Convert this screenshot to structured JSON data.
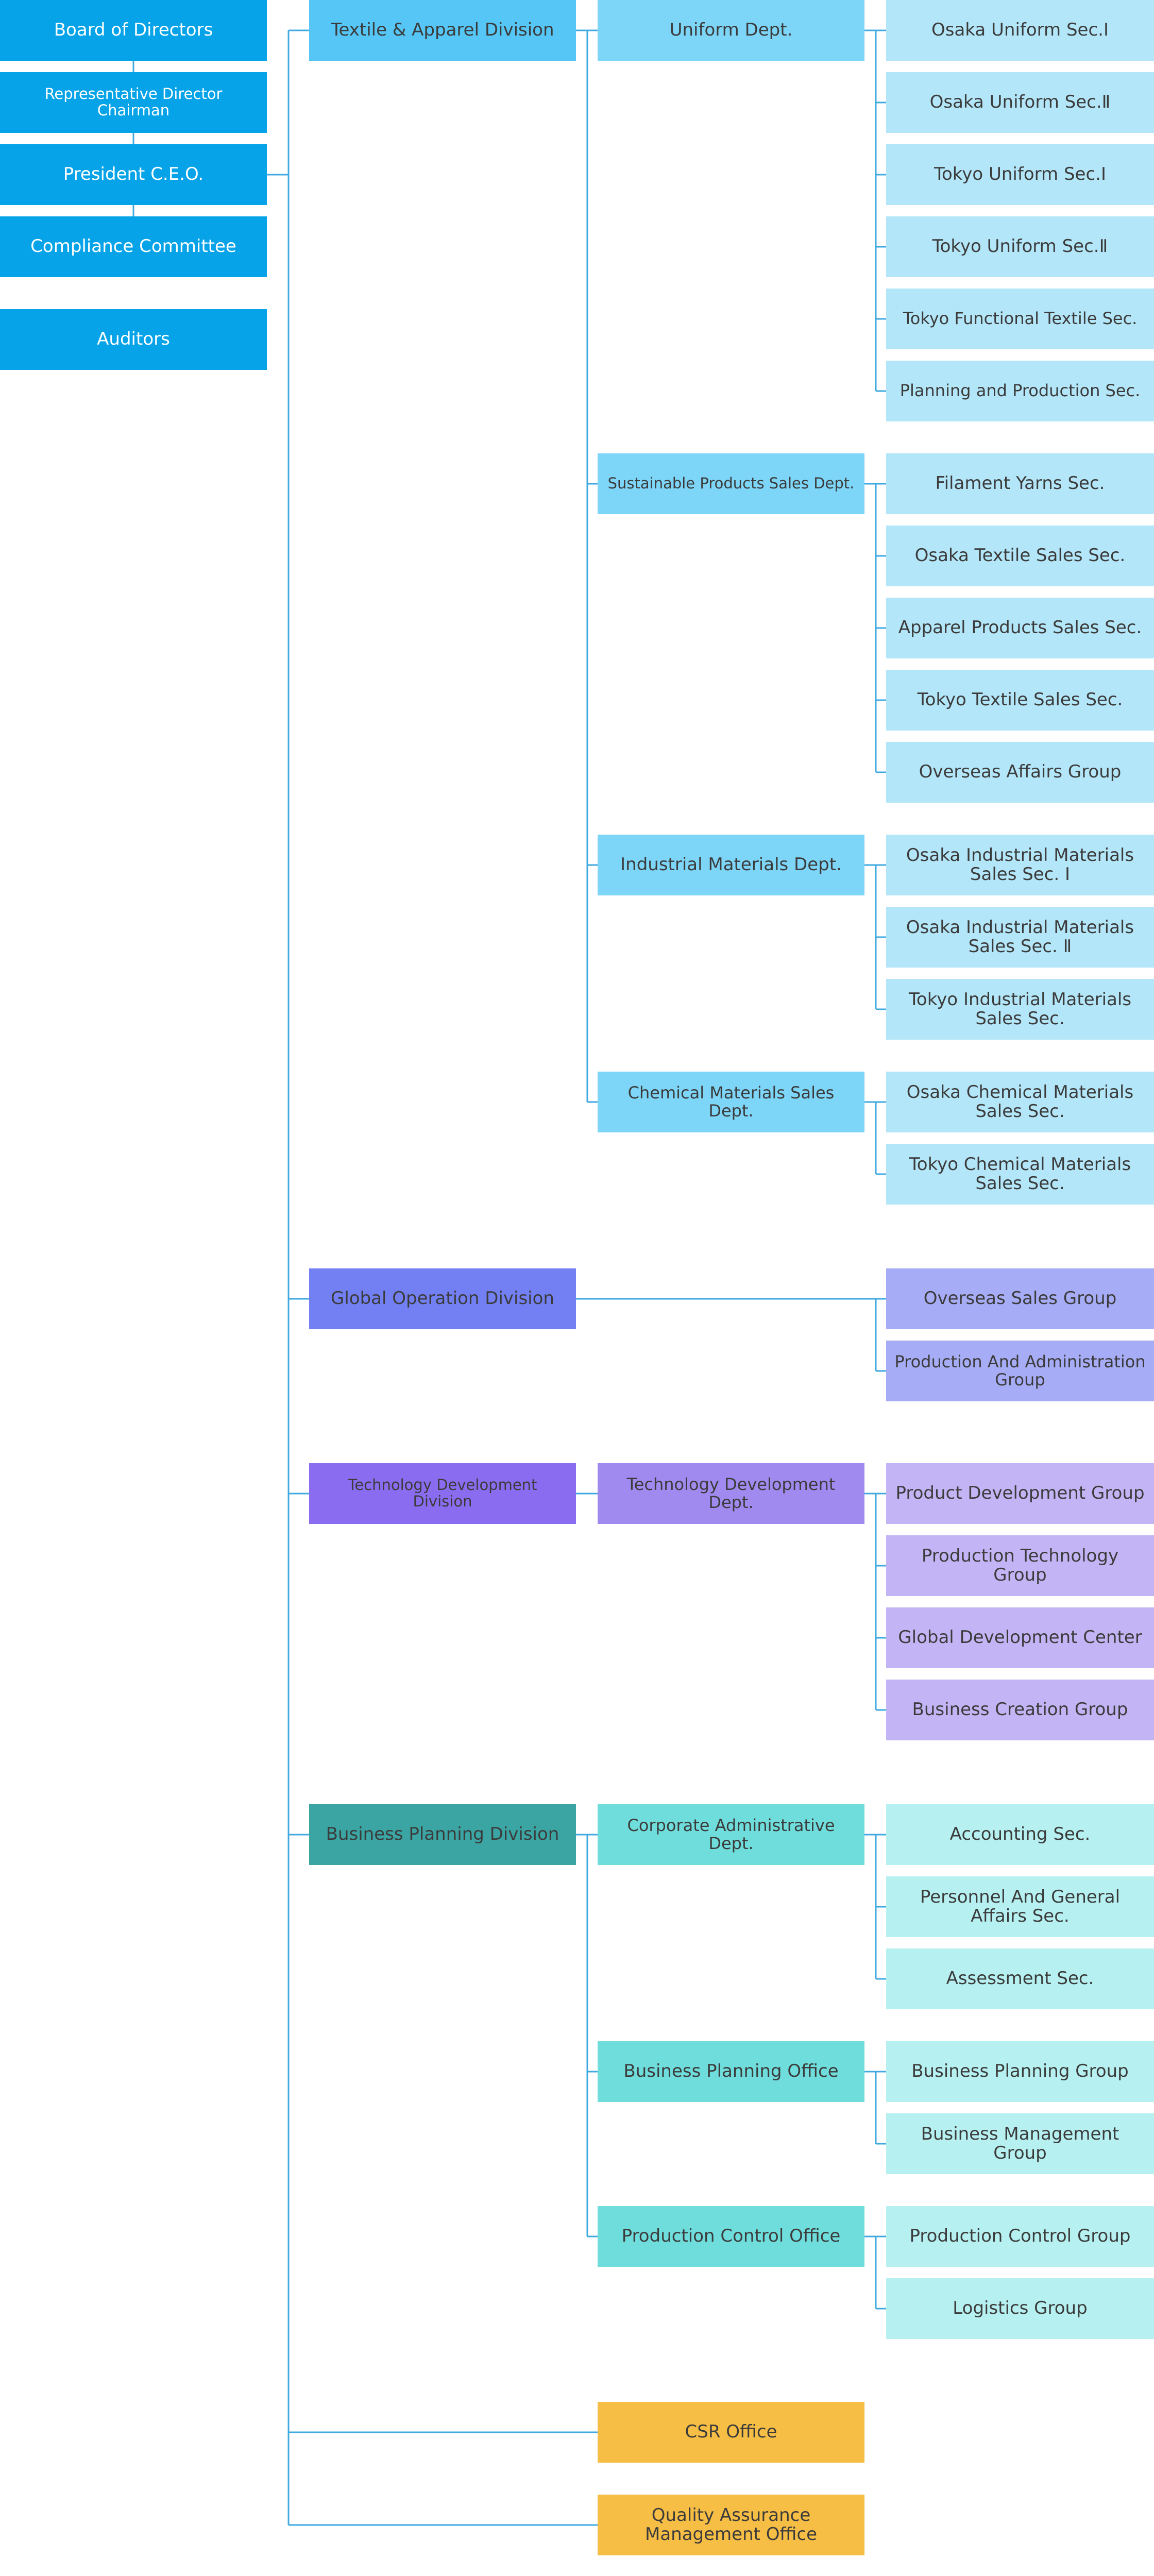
{
  "colors": {
    "line": "#3fa9e0",
    "exec": "#06a3e8",
    "textile_division": "#55c6f5",
    "textile_dept": "#7dd5f8",
    "textile_sec": "#b3e6f8",
    "global_division": "#7280f3",
    "global_group": "#a6acf5",
    "tech_division": "#8a6cf0",
    "tech_dept": "#a08af0",
    "tech_group": "#c3b5f5",
    "planning_division": "#3aa5a3",
    "planning_dept": "#6fdddb",
    "planning_group": "#b6f0f0",
    "office": "#f7be45"
  },
  "executives": [
    {
      "label": "Board of Directors"
    },
    {
      "label": "Representative Director Chairman"
    },
    {
      "label": "President C.E.O."
    },
    {
      "label": "Compliance Committee"
    },
    {
      "label": "Auditors"
    }
  ],
  "divisions": [
    {
      "label": "Textile & Apparel Division",
      "departments": [
        {
          "label": "Uniform Dept.",
          "sections": [
            "Osaka Uniform Sec.Ⅰ",
            "Osaka Uniform Sec.Ⅱ",
            "Tokyo Uniform Sec.Ⅰ",
            "Tokyo Uniform Sec.Ⅱ",
            "Tokyo Functional Textile Sec.",
            "Planning and Production Sec."
          ]
        },
        {
          "label": "Sustainable Products Sales Dept.",
          "sections": [
            "Filament Yarns Sec.",
            "Osaka Textile Sales Sec.",
            "Apparel Products Sales Sec.",
            "Tokyo Textile Sales Sec.",
            "Overseas Affairs Group"
          ]
        },
        {
          "label": "Industrial Materials Dept.",
          "sections": [
            "Osaka Industrial Materials\nSales Sec.  Ⅰ",
            "Osaka Industrial Materials\nSales Sec.  Ⅱ",
            "Tokyo Industrial Materials\nSales Sec."
          ]
        },
        {
          "label": "Chemical Materials Sales Dept.",
          "sections": [
            "Osaka Chemical Materials\nSales Sec.",
            "Tokyo Chemical Materials\nSales Sec."
          ]
        }
      ]
    },
    {
      "label": "Global Operation Division",
      "groups": [
        "Overseas Sales Group",
        "Production And Administration\nGroup"
      ]
    },
    {
      "label": "Technology Development Division",
      "departments": [
        {
          "label": "Technology Development Dept.",
          "sections": [
            "Product Development Group",
            "Production Technology Group",
            "Global Development Center",
            "Business Creation Group"
          ]
        }
      ]
    },
    {
      "label": "Business Planning Division",
      "departments": [
        {
          "label": "Corporate Administrative Dept.",
          "sections": [
            "Accounting Sec.",
            "Personnel And General\nAffairs Sec.",
            "Assessment Sec."
          ]
        },
        {
          "label": "Business Planning Office",
          "sections": [
            "Business Planning Group",
            "Business Management Group"
          ]
        },
        {
          "label": "Production Control Office",
          "sections": [
            "Production Control Group",
            "Logistics Group"
          ]
        }
      ]
    }
  ],
  "offices": [
    {
      "label": "CSR Office"
    },
    {
      "label": "Quality Assurance\nManagement Office"
    }
  ]
}
